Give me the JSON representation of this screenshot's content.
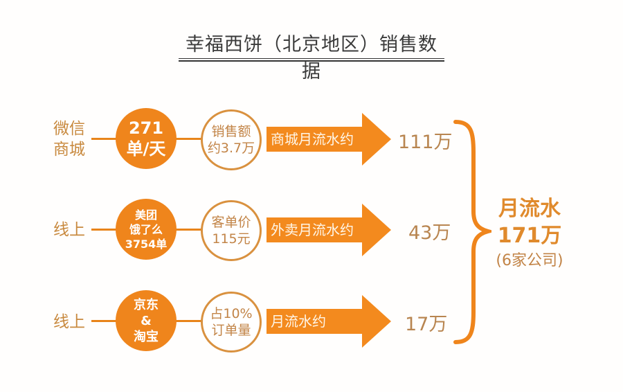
{
  "title": "幸福西饼（北京地区）销售数据",
  "rows": [
    {
      "channel": [
        "微信",
        "商城"
      ],
      "circle_lines": [
        "271",
        "单/天"
      ],
      "metric_lines": [
        "销售额",
        "约3.7万"
      ],
      "arrow_label": "商城月流水约",
      "value": "111万"
    },
    {
      "channel": [
        "线上"
      ],
      "circle_lines": [
        "美团",
        "饿了么",
        "3754单"
      ],
      "metric_lines": [
        "客单价",
        "115元"
      ],
      "arrow_label": "外卖月流水约",
      "value": "43万"
    },
    {
      "channel": [
        "线上"
      ],
      "circle_lines": [
        "京东",
        "&",
        "淘宝"
      ],
      "metric_lines": [
        "占10%",
        "订单量"
      ],
      "arrow_label": "月流水约",
      "value": "17万"
    }
  ],
  "total": {
    "label": "月流水",
    "amount": "171万",
    "note": "(6家公司)"
  },
  "colors": {
    "accent": "#f38a1e",
    "text_brown": "#c28447",
    "title": "#3a3a3a"
  }
}
